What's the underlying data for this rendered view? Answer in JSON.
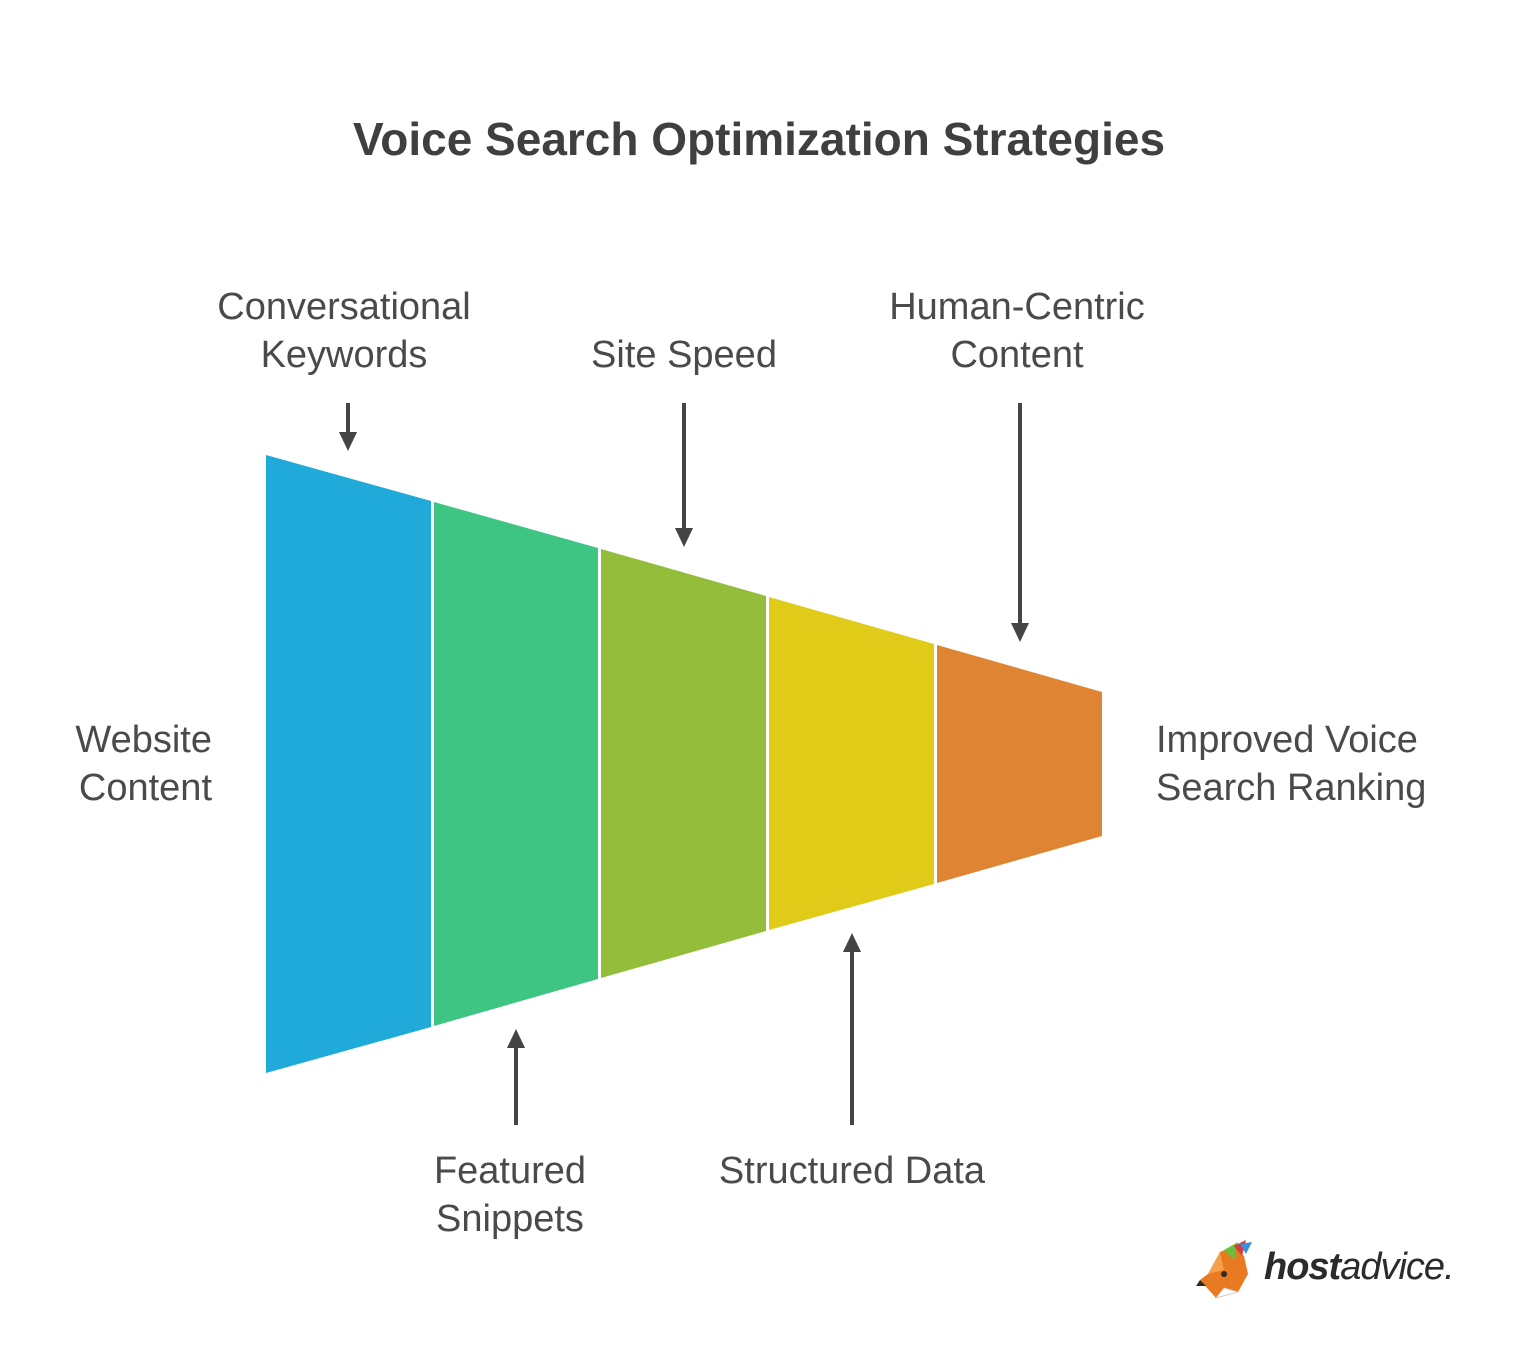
{
  "title": "Voice Search Optimization Strategies",
  "input_label": [
    "Website",
    "Content"
  ],
  "output_label": [
    "Improved Voice",
    "Search Ranking"
  ],
  "stages": [
    {
      "color": "#1faad9"
    },
    {
      "color": "#3ec584"
    },
    {
      "color": "#93bd3b"
    },
    {
      "color": "#e0cb18"
    },
    {
      "color": "#de8432"
    }
  ],
  "top_labels": [
    {
      "lines": [
        "Conversational",
        "Keywords"
      ]
    },
    {
      "lines": [
        "Site Speed"
      ]
    },
    {
      "lines": [
        "Human-Centric",
        "Content"
      ]
    }
  ],
  "bottom_labels": [
    {
      "lines": [
        "Featured",
        "Snippets"
      ]
    },
    {
      "lines": [
        "Structured Data"
      ]
    }
  ],
  "logo": {
    "bold": "host",
    "rest": "advice."
  },
  "colors": {
    "arrow": "#444444",
    "text": "#4a4a4a"
  }
}
